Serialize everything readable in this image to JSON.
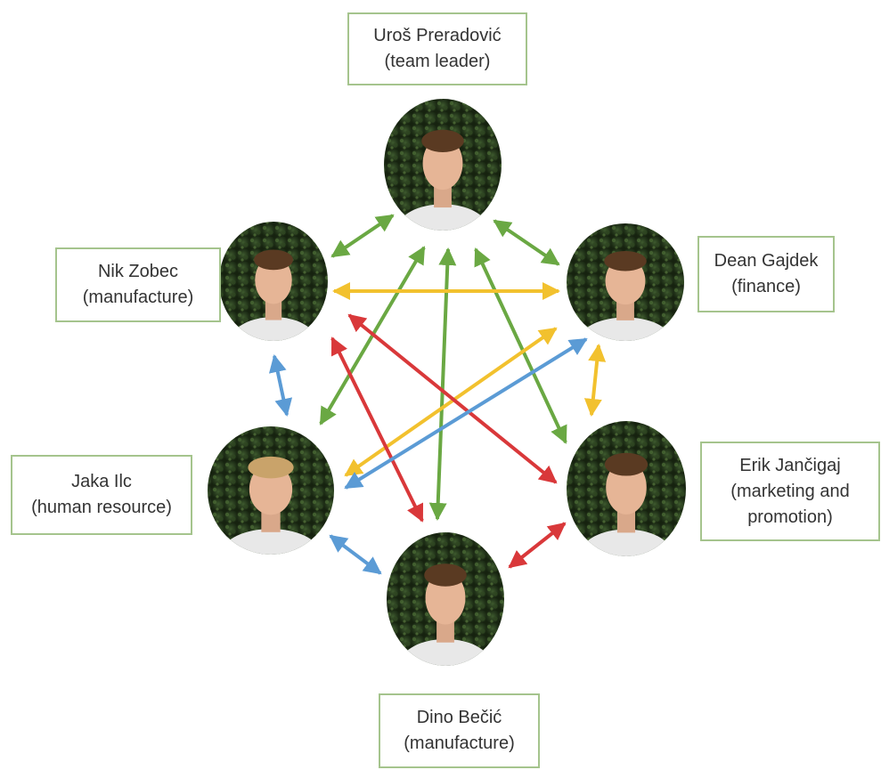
{
  "members": [
    {
      "id": "uros",
      "name": "Uroš Preradović",
      "role": "(team leader)"
    },
    {
      "id": "nik",
      "name": "Nik Zobec",
      "role": "(manufacture)"
    },
    {
      "id": "dean",
      "name": "Dean Gajdek",
      "role": "(finance)"
    },
    {
      "id": "jaka",
      "name": "Jaka Ilc",
      "role": "(human resource)"
    },
    {
      "id": "erik",
      "name": "Erik Jančigaj",
      "role": "(marketing and",
      "role2": "promotion)"
    },
    {
      "id": "dino",
      "name": "Dino Bečić",
      "role": "(manufacture)"
    }
  ],
  "colors": {
    "green": "#6aa843",
    "yellow": "#f2c12e",
    "red": "#d9383a",
    "blue": "#5b9bd5",
    "box_border": "#a5c48d"
  },
  "connections": [
    {
      "from": "uros",
      "to": "nik",
      "color": "green"
    },
    {
      "from": "uros",
      "to": "dean",
      "color": "green"
    },
    {
      "from": "uros",
      "to": "jaka",
      "color": "green"
    },
    {
      "from": "uros",
      "to": "erik",
      "color": "green"
    },
    {
      "from": "uros",
      "to": "dino",
      "color": "green"
    },
    {
      "from": "nik",
      "to": "dean",
      "color": "yellow"
    },
    {
      "from": "jaka",
      "to": "dean",
      "color": "yellow"
    },
    {
      "from": "dean",
      "to": "erik",
      "color": "yellow"
    },
    {
      "from": "nik",
      "to": "erik",
      "color": "red"
    },
    {
      "from": "nik",
      "to": "dino",
      "color": "red"
    },
    {
      "from": "dino",
      "to": "erik",
      "color": "red"
    },
    {
      "from": "nik",
      "to": "jaka",
      "color": "blue"
    },
    {
      "from": "jaka",
      "to": "dino",
      "color": "blue"
    },
    {
      "from": "jaka",
      "to": "dean",
      "color": "blue"
    }
  ]
}
